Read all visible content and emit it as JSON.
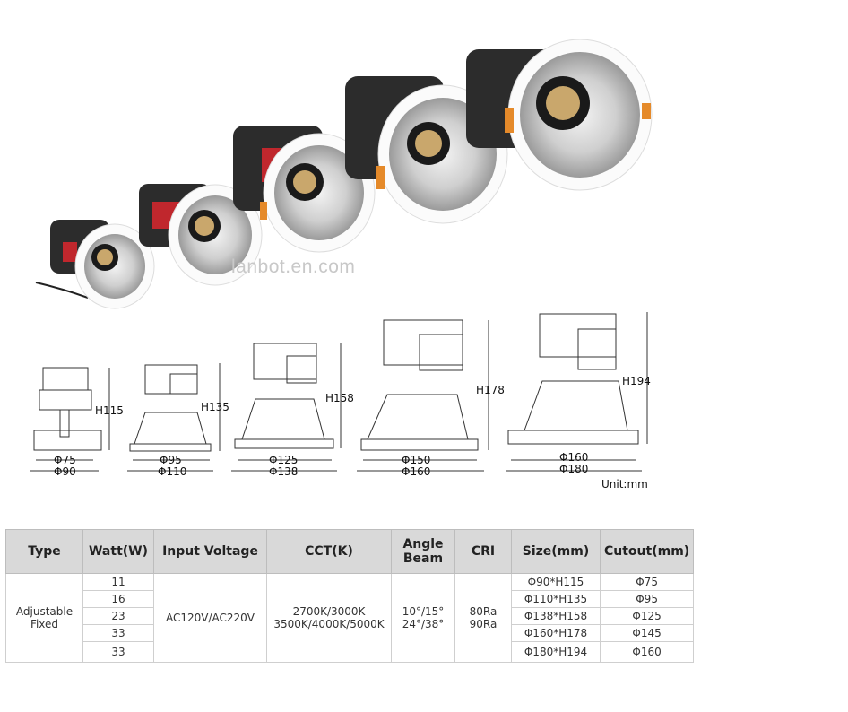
{
  "watermark": "lanbot.en.com",
  "unit_label": "Unit:mm",
  "drawings": [
    {
      "height": "H115",
      "outer": "Φ75",
      "inner": "Φ90"
    },
    {
      "height": "H135",
      "outer": "Φ95",
      "inner": "Φ110"
    },
    {
      "height": "H158",
      "outer": "Φ125",
      "inner": "Φ138"
    },
    {
      "height": "H178",
      "outer": "Φ150",
      "inner": "Φ160"
    },
    {
      "height": "H194",
      "outer": "Φ160",
      "inner": "Φ180"
    }
  ],
  "table": {
    "headers": [
      "Type",
      "Watt(W)",
      "Input Voltage",
      "CCT(K)",
      "Angle\nBeam",
      "CRI",
      "Size(mm)",
      "Cutout(mm)"
    ],
    "type": "Adjustable\nFixed",
    "voltage": "AC120V/AC220V",
    "cct": "2700K/3000K\n3500K/4000K/5000K",
    "angle": "10°/15°\n24°/38°",
    "cri": "80Ra\n90Ra",
    "rows": [
      {
        "watt": "11",
        "size": "Φ90*H115",
        "cutout": "Φ75"
      },
      {
        "watt": "16",
        "size": "Φ110*H135",
        "cutout": "Φ95"
      },
      {
        "watt": "23",
        "size": "Φ138*H158",
        "cutout": "Φ125"
      },
      {
        "watt": "33",
        "size": "Φ160*H178",
        "cutout": "Φ145"
      },
      {
        "watt": "33",
        "size": "Φ180*H194",
        "cutout": "Φ160"
      }
    ]
  }
}
